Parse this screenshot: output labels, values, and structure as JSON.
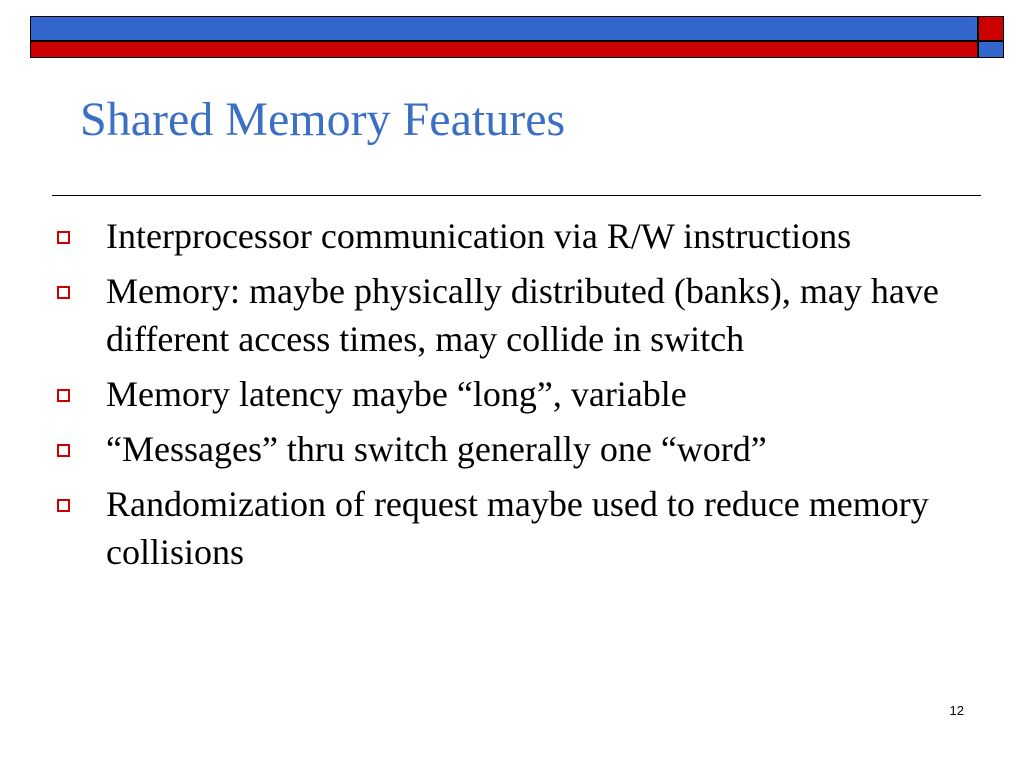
{
  "colors": {
    "accent_blue": "#3366cc",
    "accent_red": "#cc0000",
    "title_color": "#3a6fc4",
    "text_color": "#000000",
    "bullet_marker_color": "#cc0000"
  },
  "slide": {
    "title": "Shared Memory Features",
    "bullets": [
      {
        "text": "Interprocessor communication via R/W instructions",
        "marker_icon": "hollow-square-icon"
      },
      {
        "text": "Memory: maybe physically distributed (banks), may have different access times, may collide in switch",
        "marker_icon": "hollow-square-icon"
      },
      {
        "text": "Memory latency maybe “long”, variable",
        "marker_icon": "hollow-square-icon"
      },
      {
        "text": "“Messages” thru switch generally one “word”",
        "marker_icon": "hollow-square-icon"
      },
      {
        "text": "Randomization of request maybe used to reduce memory collisions",
        "marker_icon": "hollow-square-icon"
      }
    ],
    "page_number": "12"
  }
}
